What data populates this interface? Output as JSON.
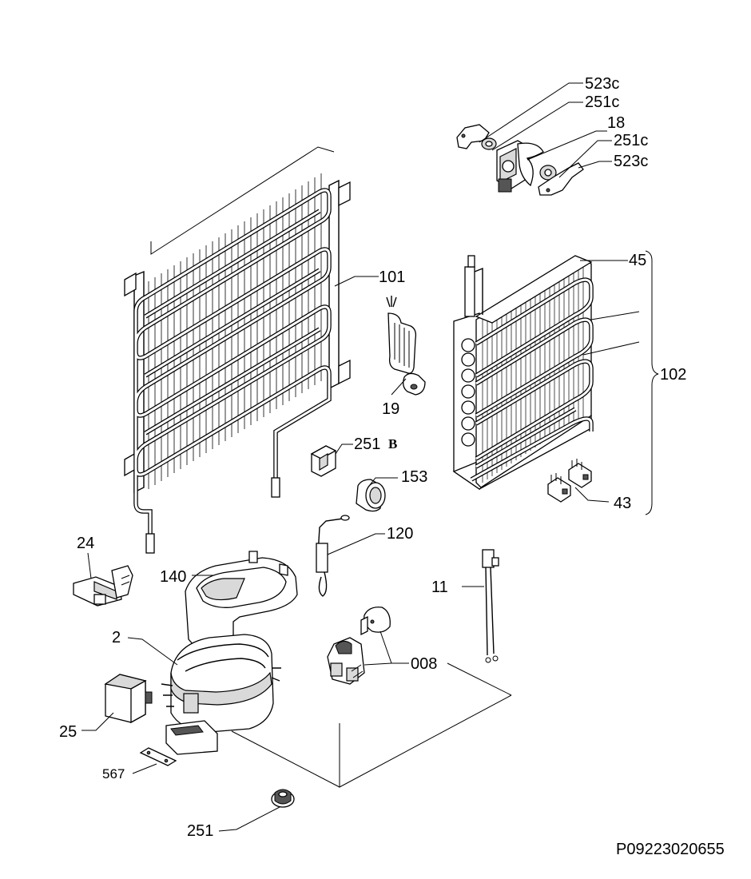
{
  "labels": {
    "l523c_top": "523c",
    "l251c_top": "251c",
    "l18": "18",
    "l251c_mid": "251c",
    "l523c_mid": "523c",
    "l45": "45",
    "l101": "101",
    "l102": "102",
    "l19": "19",
    "l251b_num": "251",
    "l251b_letter": "B",
    "l153": "153",
    "l43": "43",
    "l120": "120",
    "l24": "24",
    "l140": "140",
    "l11": "11",
    "l2": "2",
    "l008": "008",
    "l25": "25",
    "l567": "567",
    "l251": "251"
  },
  "drawing_code": "P09223020655"
}
